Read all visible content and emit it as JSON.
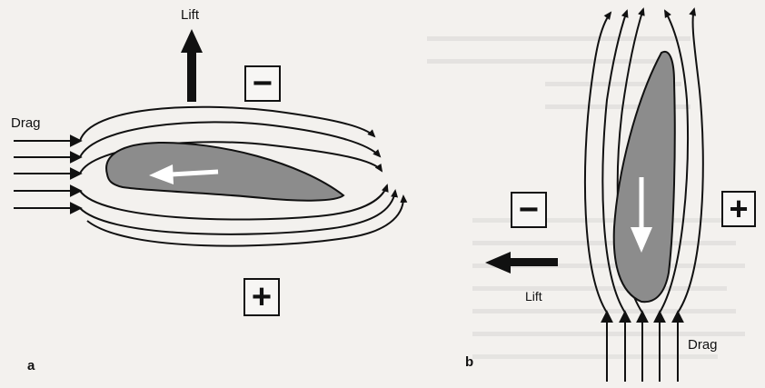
{
  "panel_a": {
    "label": "a",
    "lift_label": "Lift",
    "drag_label": "Drag",
    "upper_sign": "−",
    "lower_sign": "+"
  },
  "panel_b": {
    "label": "b",
    "lift_label": "Lift",
    "drag_label": "Drag",
    "left_sign": "−",
    "right_sign": "+"
  },
  "colors": {
    "ink": "#111111",
    "body_fill": "#8c8c8c",
    "background": "#f3f1ee",
    "motion_arrow": "#ffffff"
  }
}
